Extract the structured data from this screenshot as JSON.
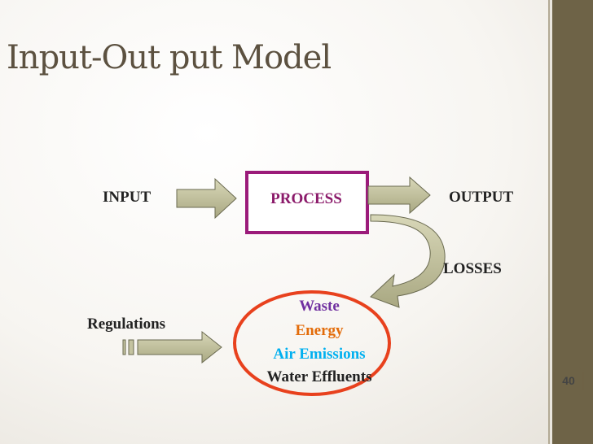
{
  "slide": {
    "title": "Input-Out put Model",
    "page_number": "40"
  },
  "diagram": {
    "input_label": "INPUT",
    "process_label": "PROCESS",
    "output_label": "OUTPUT",
    "losses_label": "LOSSES",
    "regulations_label": "Regulations",
    "outcomes": [
      {
        "label": "Waste",
        "color": "#7030a0"
      },
      {
        "label": "Energy",
        "color": "#e36c0a"
      },
      {
        "label": "Air Emissions",
        "color": "#00b0f0"
      },
      {
        "label": "Water Effluents",
        "color": "#222222"
      }
    ]
  },
  "colors": {
    "accent_band": "#6e6347",
    "process_border": "#9b1b7a",
    "circle_border": "#e8411d",
    "arrow_fill": "#c4c3a0",
    "arrow_stroke": "#6a6a50"
  }
}
